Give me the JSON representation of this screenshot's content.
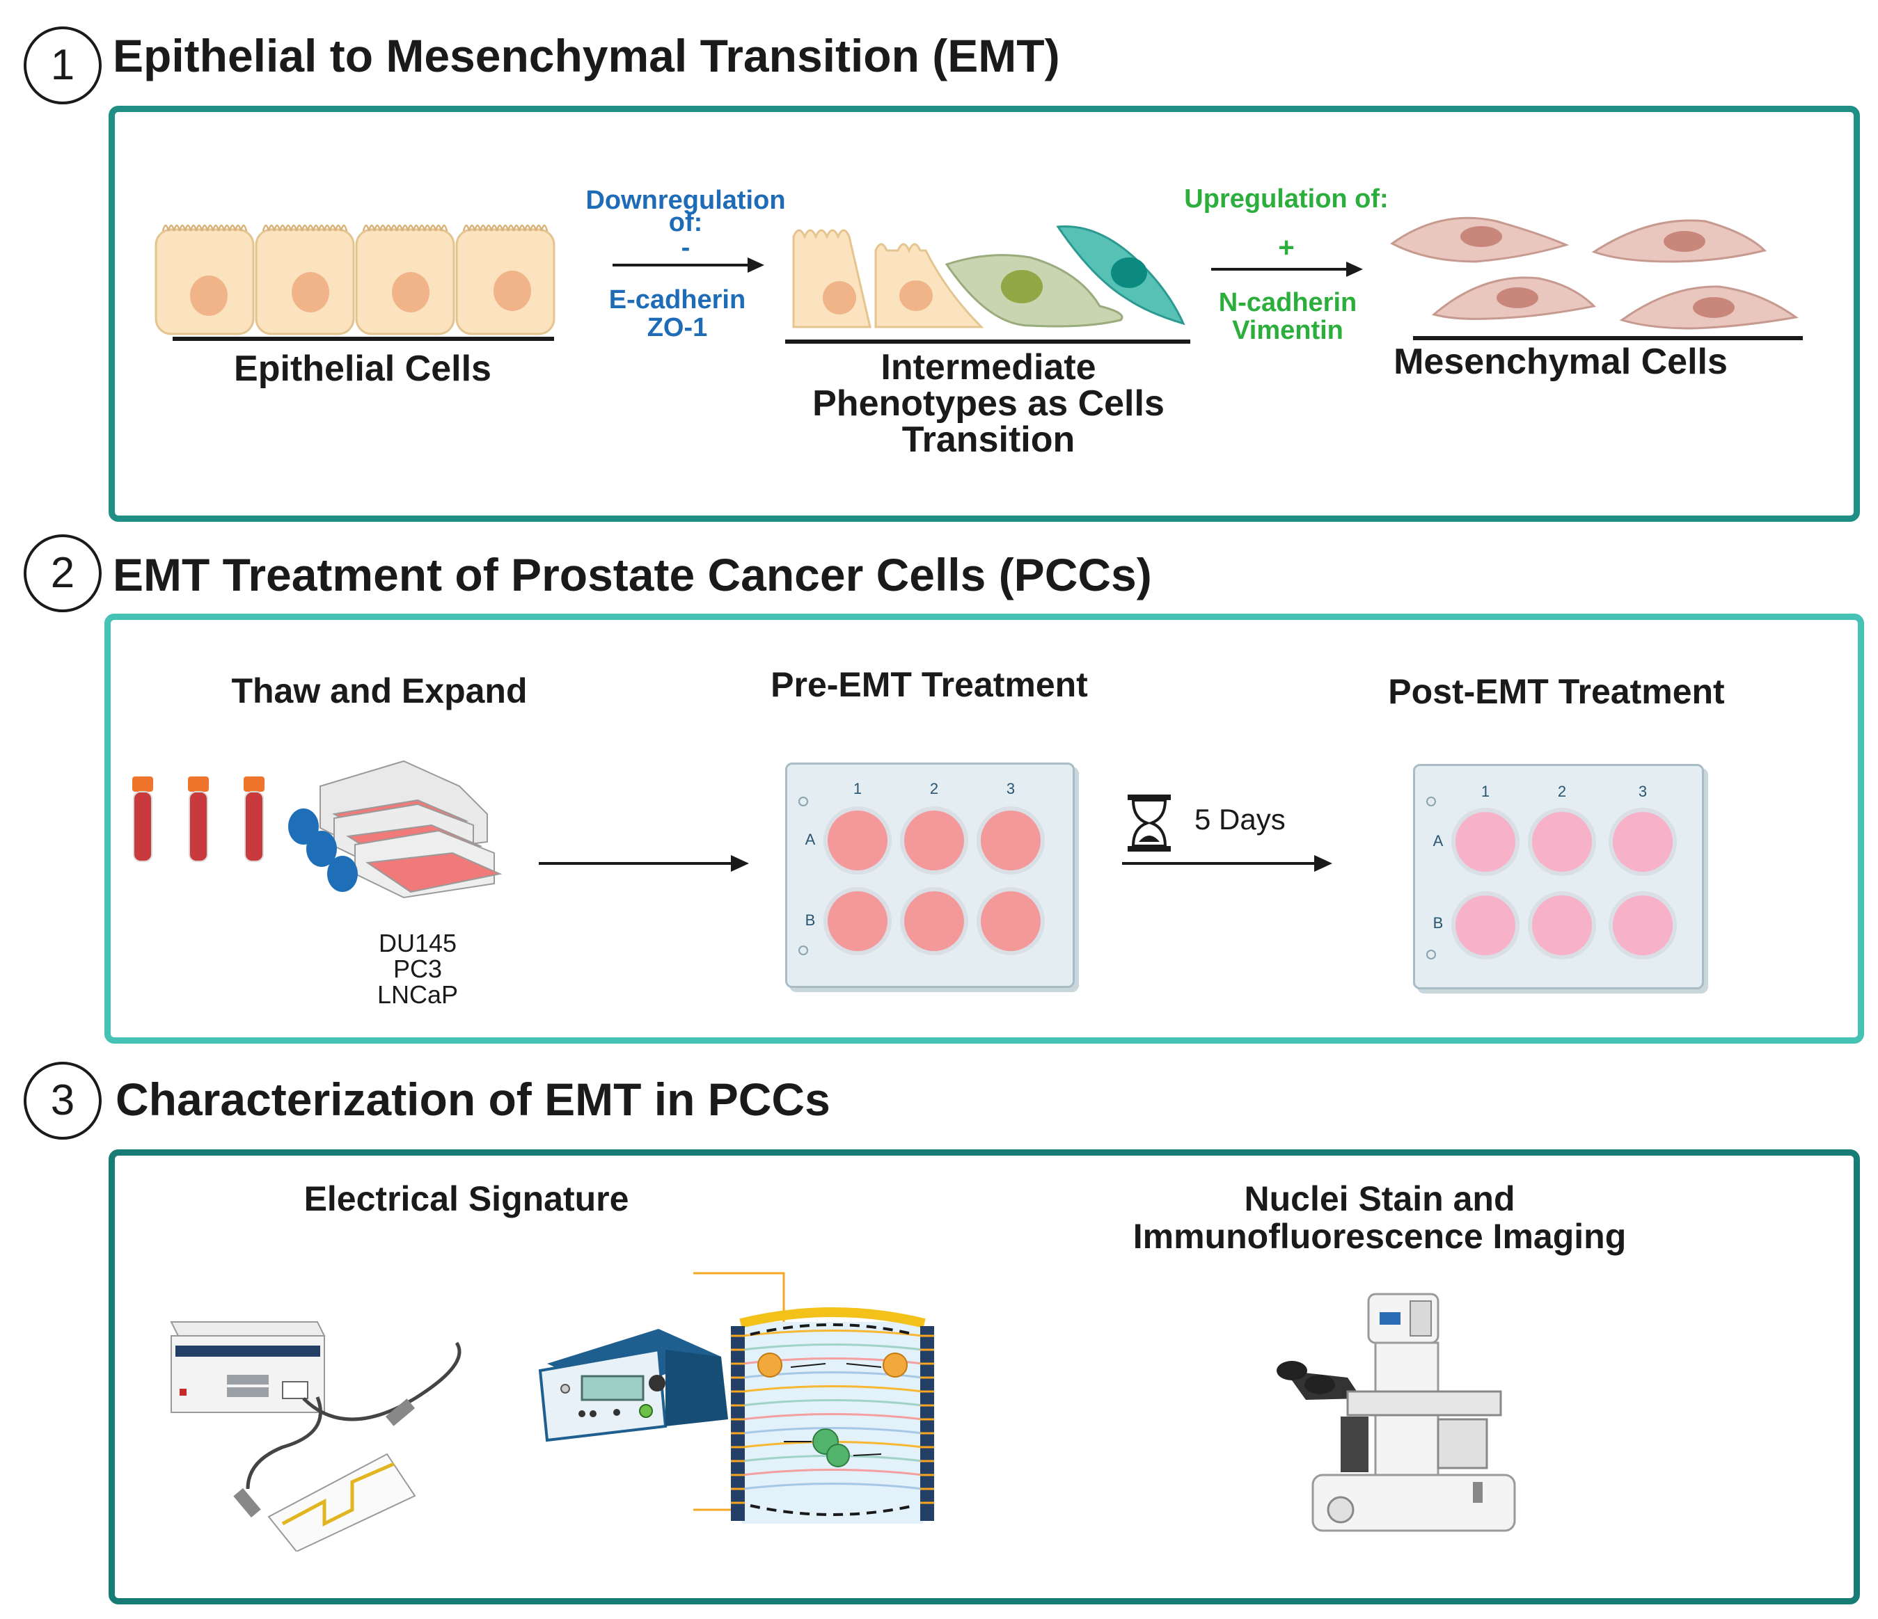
{
  "sections": [
    {
      "number": "1",
      "title": "Epithelial to Mesenchymal Transition (EMT)",
      "epithelial_label": "Epithelial Cells",
      "down": {
        "title": "Downregulation of:",
        "sign": "-",
        "marker1": "E-cadherin",
        "marker2": "ZO-1"
      },
      "intermediate": {
        "line1": "Intermediate",
        "line2": "Phenotypes as Cells",
        "line3": "Transition"
      },
      "up": {
        "title": "Upregulation of:",
        "sign": "+",
        "marker1": "N-cadherin",
        "marker2": "Vimentin"
      },
      "mesenchymal_label": "Mesenchymal Cells"
    },
    {
      "number": "2",
      "title": "EMT Treatment of Prostate Cancer Cells (PCCs)",
      "thaw_label": "Thaw and Expand",
      "cell_lines": [
        "DU145",
        "PC3",
        "LNCaP"
      ],
      "pre_label": "Pre-EMT Treatment",
      "post_label": "Post-EMT Treatment",
      "duration": "5 Days",
      "plate_cols": [
        "1",
        "2",
        "3"
      ],
      "plate_rows": [
        "A",
        "B"
      ]
    },
    {
      "number": "3",
      "title": "Characterization of EMT in PCCs",
      "electrical_label": "Electrical Signature",
      "imaging_line1": "Nuclei Stain and",
      "imaging_line2": "Immunofluorescence Imaging"
    }
  ],
  "colors": {
    "panel1_border": "#1f8f86",
    "panel2_border": "#45c1b5",
    "panel3_border": "#177c75",
    "downregulation": "#1e6cb8",
    "upregulation": "#2cae3c",
    "epithelial_cell": "#fbe3bf",
    "mesenchymal_cell": "#e9c7bf",
    "pre_well": "#f4999a",
    "post_well": "#f7b1c9"
  }
}
